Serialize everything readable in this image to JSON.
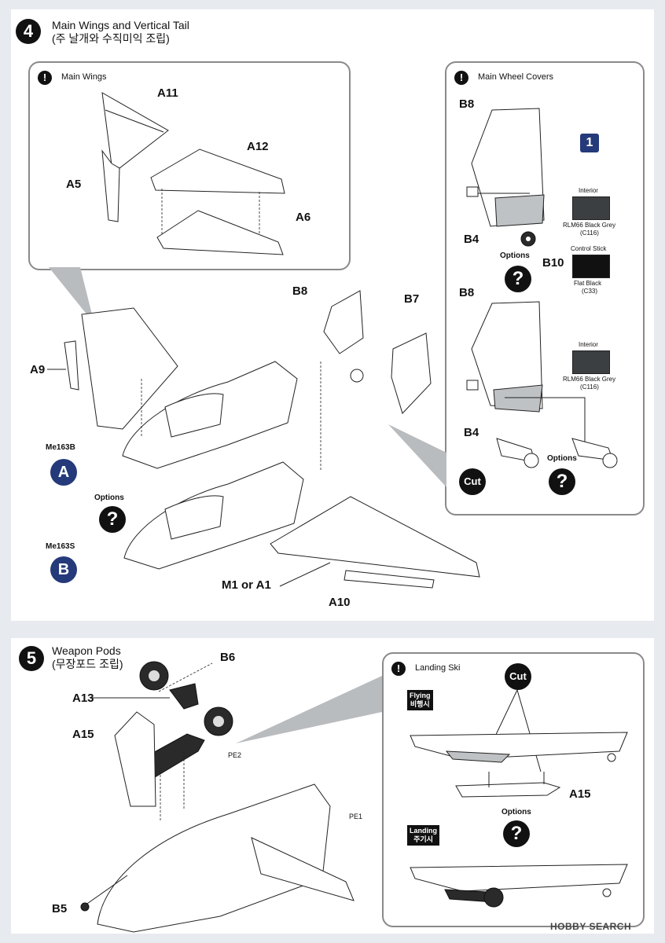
{
  "step4": {
    "number": "4",
    "title": "Main Wings and Vertical Tail",
    "title_ko": "(주 날개와 수직미익 조립)",
    "wings_panel": {
      "title": "Main Wings",
      "parts": {
        "a11": "A11",
        "a12": "A12",
        "a5": "A5",
        "a6": "A6"
      }
    },
    "covers_panel": {
      "title": "Main Wheel Covers",
      "box_number": "1",
      "top": {
        "b8": "B8",
        "b4": "B4",
        "b10": "B10",
        "options": "Options",
        "interior_label": "Interior",
        "color1": "RLM66 Black Grey",
        "color1_code": "(C116)",
        "control_label": "Control Stick",
        "color2": "Flat Black",
        "color2_code": "(C33)"
      },
      "bottom": {
        "b8": "B8",
        "b4": "B4",
        "options": "Options",
        "cut": "Cut",
        "interior_label": "Interior",
        "color1": "RLM66 Black Grey",
        "color1_code": "(C116)"
      }
    },
    "main": {
      "b8": "B8",
      "b7": "B7",
      "a9": "A9",
      "options": "Options",
      "m1_a1": "M1 or A1",
      "a10": "A10",
      "variant_a_name": "Me163B",
      "variant_a": "A",
      "variant_b_name": "Me163S",
      "variant_b": "B"
    }
  },
  "step5": {
    "number": "5",
    "title": "Weapon Pods",
    "title_ko": "(무장포드 조립)",
    "parts": {
      "b6": "B6",
      "a13": "A13",
      "a15": "A15",
      "pe2": "PE2",
      "pe1": "PE1",
      "b5": "B5"
    },
    "ski_panel": {
      "title": "Landing Ski",
      "cut": "Cut",
      "flying": "Flying",
      "flying_ko": "비행시",
      "a15": "A15",
      "options": "Options",
      "landing": "Landing",
      "landing_ko": "주기시"
    }
  },
  "icons": {
    "question": "?",
    "exclaim": "!"
  },
  "watermark": "HOBBY SEARCH",
  "colors": {
    "variant_blue": "#243a7a",
    "band": "#e7ebf0",
    "rlm66": "#3b3f42",
    "flat_black": "#111111"
  }
}
